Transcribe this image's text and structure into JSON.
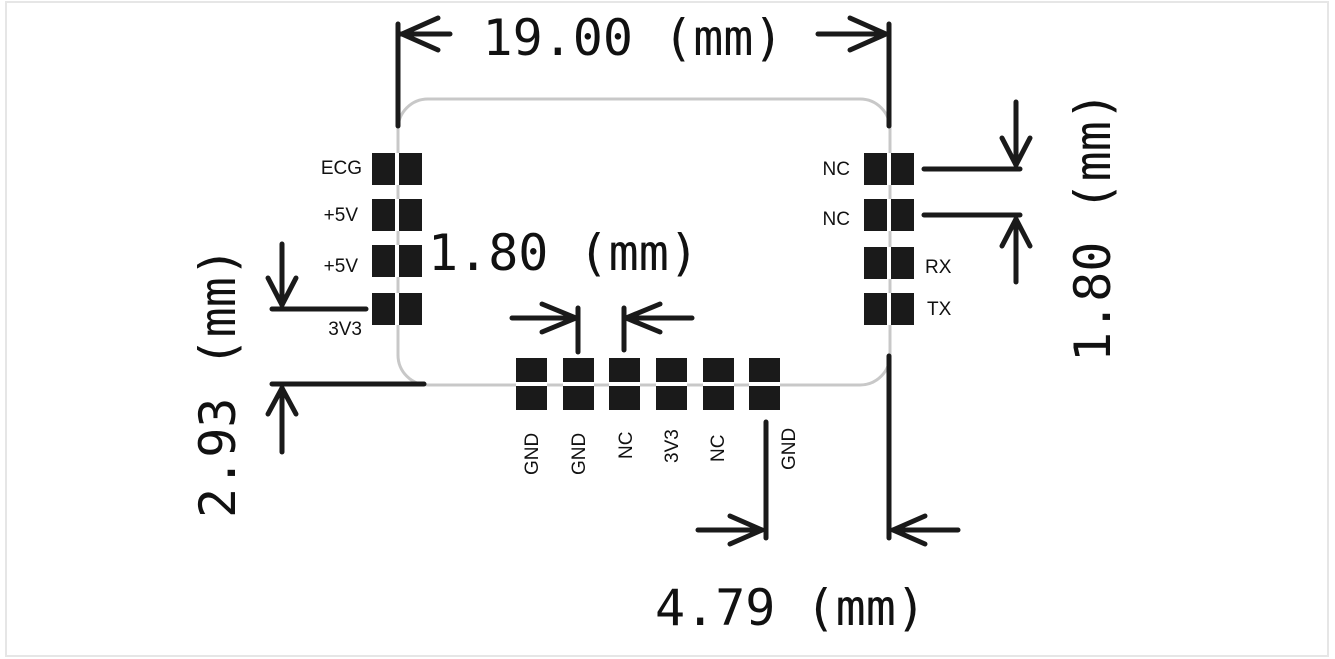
{
  "dimensions": {
    "width": "19.00 (mm)",
    "pin_pitch_bottom": "1.80 (mm)",
    "pin_pitch_right": "1.80 (mm)",
    "left_offset": "2.93 (mm)",
    "bottom_offset": "4.79 (mm)"
  },
  "pins": {
    "left": [
      "ECG",
      "+5V",
      "+5V",
      "3V3"
    ],
    "right": [
      "NC",
      "NC",
      "RX",
      "TX"
    ],
    "bottom": [
      "GND",
      "GND",
      "NC",
      "3V3",
      "NC",
      "GND"
    ]
  },
  "colors": {
    "outline": "#c8c8c8",
    "ink": "#1a1a1a",
    "background": "#ffffff"
  }
}
